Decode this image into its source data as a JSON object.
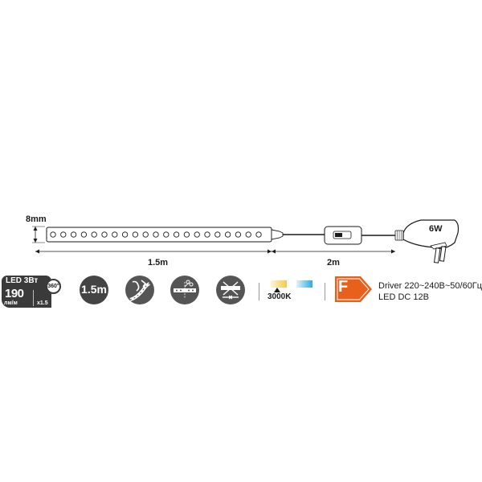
{
  "dimensions": {
    "height": "8mm",
    "strip_length": "1.5m",
    "cable_length": "2m"
  },
  "adapter": {
    "power": "6W"
  },
  "spec_badge": {
    "power": "LED 3Вт",
    "lumens": "190",
    "lumens_unit": "лм/м",
    "multiplier": "x1.5",
    "angle": "360°"
  },
  "length_badge": "1.5m",
  "icons": [
    "bendable-strip-icon",
    "cuttable-strip-icon",
    "no-connection-icon"
  ],
  "cct": {
    "label": "3000K",
    "warm_color": "#f6c84a",
    "cool_color": "#2fa8e6"
  },
  "energy_class": {
    "letter": "F",
    "color": "#e8611c"
  },
  "driver": {
    "line1": "Driver 220~240В~50/60Гц",
    "line2": "LED DC 12В"
  },
  "colors": {
    "badge_dark": "#3a3a3a",
    "icon_gray": "#555555",
    "accent_orange": "#e8611c"
  }
}
